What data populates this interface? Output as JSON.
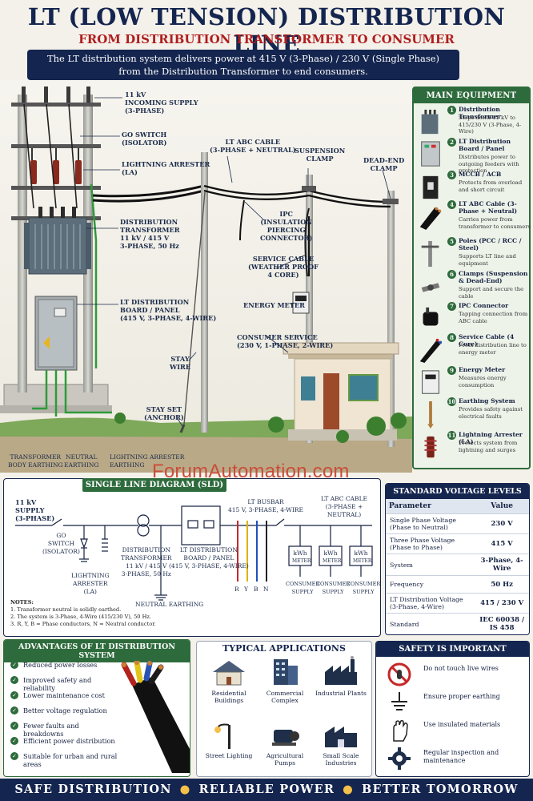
{
  "header": {
    "title": "LT (LOW TENSION) DISTRIBUTION LINE",
    "subtitle": "FROM DISTRIBUTION TRANSFORMER TO CONSUMER",
    "intro_line1": "The LT distribution system delivers power at 415 V (3-Phase) / 230 V (Single Phase)",
    "intro_line2": "from the Distribution Transformer to end consumers."
  },
  "scene_labels": {
    "incoming": [
      "11 kV",
      "INCOMING SUPPLY",
      "(3-PHASE)"
    ],
    "go_switch": [
      "GO SWITCH",
      "(ISOLATOR)"
    ],
    "arrester": [
      "LIGHTNING ARRESTER",
      "(LA)"
    ],
    "transformer": [
      "DISTRIBUTION",
      "TRANSFORMER",
      "11 kV / 415 V",
      "3-PHASE, 50 Hz"
    ],
    "board": [
      "LT DISTRIBUTION",
      "BOARD / PANEL",
      "(415 V, 3-PHASE, 4-WIRE)"
    ],
    "abc_cable": [
      "LT ABC CABLE",
      "(3-PHASE + NEUTRAL)"
    ],
    "suspension": [
      "SUSPENSION",
      "CLAMP"
    ],
    "dead_end": [
      "DEAD-END",
      "CLAMP"
    ],
    "ipc": [
      "IPC",
      "(INSULATION",
      "PIERCING",
      "CONNECTOR)"
    ],
    "service_cable": [
      "SERVICE CABLE",
      "(WEATHER PROOF",
      "4 CORE)"
    ],
    "energy_meter": "ENERGY METER",
    "consumer_service": [
      "CONSUMER SERVICE",
      "(230 V, 1-PHASE, 2-WIRE)"
    ],
    "stay_wire": [
      "STAY",
      "WIRE"
    ],
    "stay_set": [
      "STAY SET",
      "(ANCHOR)"
    ],
    "body_earthing": [
      "TRANSFORMER",
      "BODY EARTHING"
    ],
    "neutral_earthing": [
      "NEUTRAL",
      "EARTHING"
    ],
    "la_earthing": [
      "LIGHTNING ARRESTER",
      "EARTHING"
    ]
  },
  "equipment": {
    "heading": "MAIN EQUIPMENT",
    "items": [
      {
        "num": "1",
        "name": "Distribution Transformer",
        "desc": "Steps down 11 kV to 415/230 V (3-Phase, 4-Wire)",
        "icon": "transformer-icon"
      },
      {
        "num": "2",
        "name": "LT Distribution Board / Panel",
        "desc": "Distributes power to outgoing feeders with protection",
        "icon": "panel-icon"
      },
      {
        "num": "3",
        "name": "MCCB / ACB",
        "desc": "Protects from overload and short circuit",
        "icon": "breaker-icon"
      },
      {
        "num": "4",
        "name": "LT ABC Cable (3-Phase + Neutral)",
        "desc": "Carries power from transformer to consumers",
        "icon": "cable-icon"
      },
      {
        "num": "5",
        "name": "Poles (PCC / RCC / Steel)",
        "desc": "Supports LT line and equipment",
        "icon": "pole-icon"
      },
      {
        "num": "6",
        "name": "Clamps (Suspension & Dead-End)",
        "desc": "Support and secure the cable",
        "icon": "clamp-icon"
      },
      {
        "num": "7",
        "name": "IPC Connector",
        "desc": "Tapping connection from ABC cable",
        "icon": "ipc-icon"
      },
      {
        "num": "8",
        "name": "Service Cable (4 Core)",
        "desc": "From distribution line to energy meter",
        "icon": "service-cable-icon"
      },
      {
        "num": "9",
        "name": "Energy Meter",
        "desc": "Measures energy consumption",
        "icon": "meter-icon"
      },
      {
        "num": "10",
        "name": "Earthing System",
        "desc": "Provides safety against electrical faults",
        "icon": "earth-rod-icon"
      },
      {
        "num": "11",
        "name": "Lightning Arrester (LA)",
        "desc": "Protects system from lightning and surges",
        "icon": "arrester-icon"
      }
    ]
  },
  "watermark": "ForumAutomation.com",
  "sld": {
    "heading": "SINGLE LINE DIAGRAM (SLD)",
    "supply": [
      "11 kV",
      "SUPPLY",
      "(3-PHASE)"
    ],
    "go_switch": [
      "GO",
      "SWITCH",
      "(ISOLATOR)"
    ],
    "arrester": [
      "LIGHTNING",
      "ARRESTER",
      "(LA)"
    ],
    "transformer": [
      "DISTRIBUTION",
      "TRANSFORMER",
      "11 kV / 415 V",
      "3-PHASE, 50 Hz"
    ],
    "board": [
      "LT DISTRIBUTION",
      "BOARD / PANEL",
      "(415 V, 3-PHASE, 4-WIRE)"
    ],
    "busbar": [
      "LT BUSBAR",
      "415 V, 3-PHASE, 4-WIRE"
    ],
    "abc": [
      "LT ABC CABLE",
      "(3-PHASE + NEUTRAL)"
    ],
    "phases": [
      "R",
      "Y",
      "B",
      "N"
    ],
    "meter_line1": "kWh",
    "meter_line2": "METER",
    "consumer": [
      "CONSUMER",
      "SUPPLY"
    ],
    "neutral_earthing": "NEUTRAL EARTHING",
    "notes_title": "NOTES:",
    "notes": [
      "1.  Transformer neutral is solidly earthed.",
      "2.  The system is 3-Phase, 4-Wire (415/230 V), 50 Hz.",
      "3.  R, Y, B = Phase conductors, N = Neutral conductor."
    ]
  },
  "voltage": {
    "heading": "STANDARD VOLTAGE LEVELS",
    "col1": "Parameter",
    "col2": "Value",
    "rows": [
      {
        "p": "Single Phase Voltage (Phase to Neutral)",
        "v": "230 V"
      },
      {
        "p": "Three Phase Voltage (Phase to Phase)",
        "v": "415 V"
      },
      {
        "p": "System",
        "v": "3-Phase, 4-Wire"
      },
      {
        "p": "Frequency",
        "v": "50 Hz"
      },
      {
        "p": "LT Distribution Voltage (3-Phase, 4-Wire)",
        "v": "415 / 230 V"
      },
      {
        "p": "Standard",
        "v": "IEC 60038 / IS 458"
      }
    ]
  },
  "advantages": {
    "heading": "ADVANTAGES OF LT DISTRIBUTION SYSTEM",
    "items": [
      "Reduced power losses",
      "Improved safety and reliability",
      "Lower maintenance cost",
      "Better voltage regulation",
      "Fewer faults and breakdowns",
      "Efficient power distribution",
      "Suitable for urban and rural areas"
    ]
  },
  "applications": {
    "heading": "TYPICAL APPLICATIONS",
    "items": [
      {
        "label": "Residential Buildings",
        "icon": "house-icon"
      },
      {
        "label": "Commercial Complex",
        "icon": "office-building-icon"
      },
      {
        "label": "Industrial Plants",
        "icon": "factory-icon"
      },
      {
        "label": "Street Lighting",
        "icon": "street-light-icon"
      },
      {
        "label": "Agricultural Pumps",
        "icon": "pump-icon"
      },
      {
        "label": "Small Scale Industries",
        "icon": "workshop-icon"
      }
    ]
  },
  "safety": {
    "heading": "SAFETY IS IMPORTANT",
    "items": [
      {
        "text": "Do not touch live wires",
        "icon": "no-touch-icon"
      },
      {
        "text": "Ensure proper earthing",
        "icon": "earth-symbol-icon"
      },
      {
        "text": "Use insulated materials",
        "icon": "glove-icon"
      },
      {
        "text": "Regular inspection and maintenance",
        "icon": "gear-icon"
      }
    ]
  },
  "footer": {
    "part1": "SAFE DISTRIBUTION",
    "part2": "RELIABLE POWER",
    "part3": "BETTER TOMORROW"
  }
}
